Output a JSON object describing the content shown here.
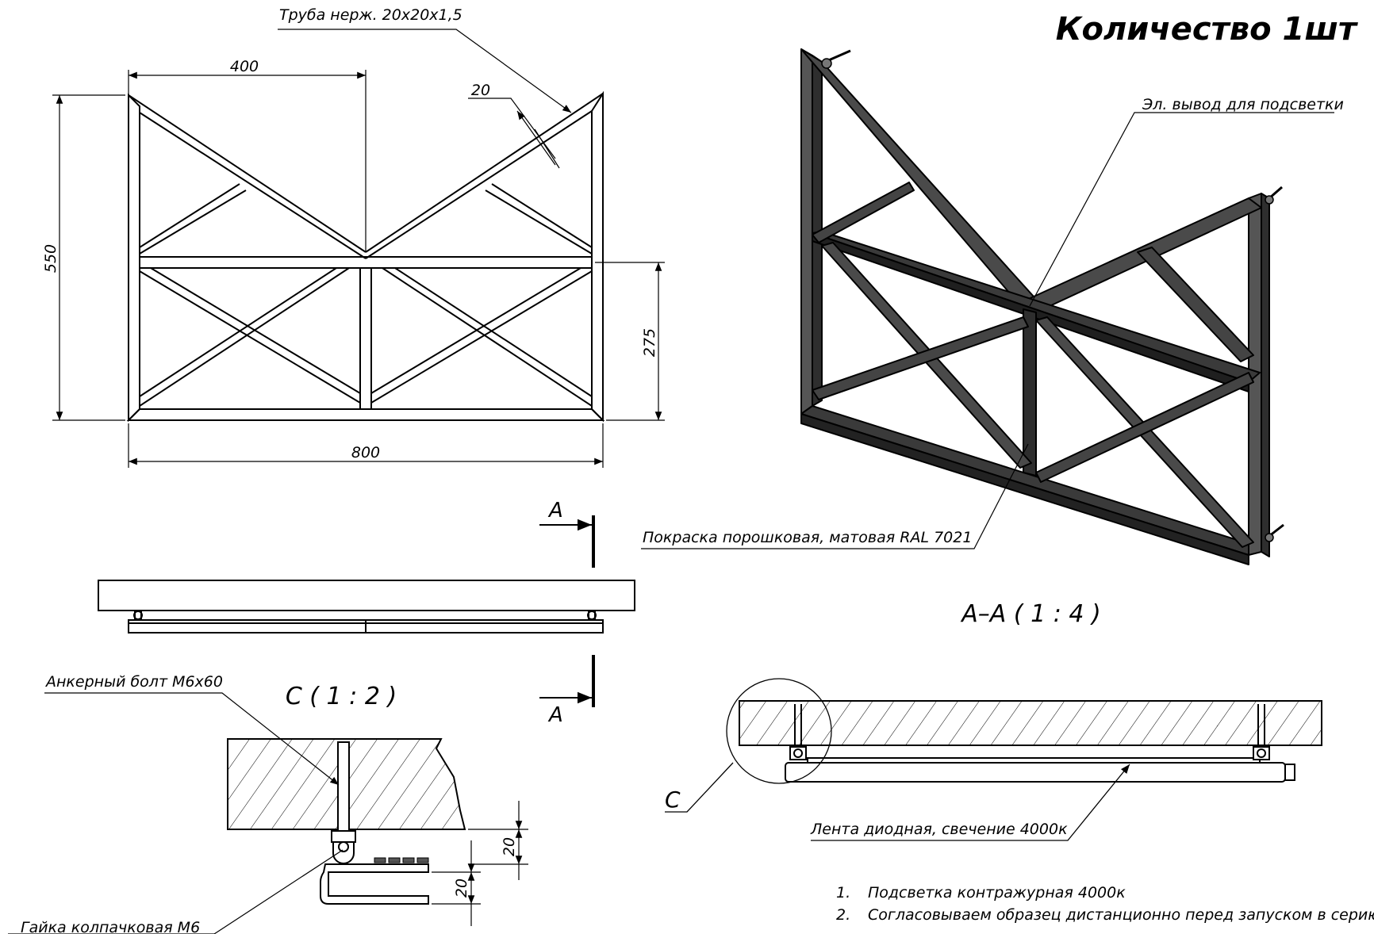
{
  "title": "Количество 1шт",
  "labels": {
    "tube": "Труба нерж. 20x20x1,5",
    "wire_outlet": "Эл. вывод для подсветки",
    "paint": "Покраска порошковая, матовая RAL 7021",
    "anchor": "Анкерный болт М6х60",
    "nut": "Гайка колпачковая М6",
    "led_strip": "Лента диодная, свечение 4000к"
  },
  "dimensions": {
    "width_half": "400",
    "width_total": "800",
    "height_total": "550",
    "height_half": "275",
    "tube_size": "20",
    "detail_gap": "20",
    "detail_profile": "20"
  },
  "views": {
    "section_title": "A–A ( 1 : 4 )",
    "detail_title": "C ( 1 : 2 )",
    "section_letter_top": "A",
    "section_letter_bottom": "A",
    "detail_letter": "C"
  },
  "notes": [
    {
      "num": "1.",
      "text": "Подсветка контражурная 4000к"
    },
    {
      "num": "2.",
      "text": "Согласовываем образец дистанционно перед запуском в серию"
    }
  ]
}
